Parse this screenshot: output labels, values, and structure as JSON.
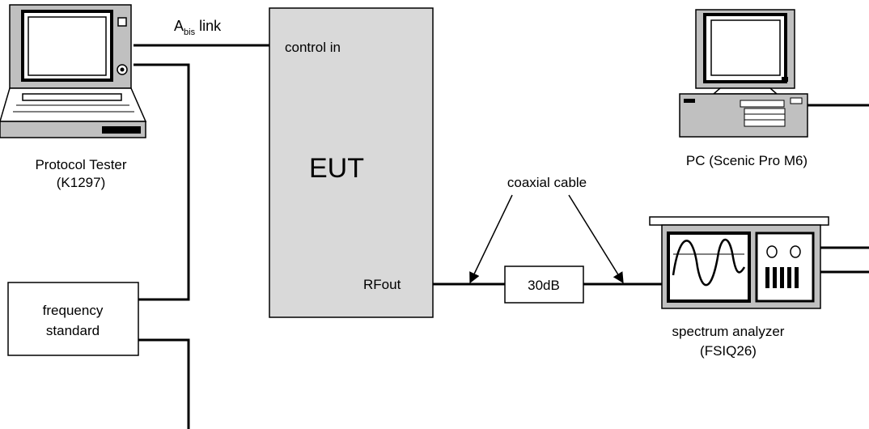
{
  "labels": {
    "abis_main": "A",
    "abis_sub": "bis",
    "abis_rest": " link",
    "control_in": "control in",
    "eut": "EUT",
    "rfout": "RFout",
    "protocol_tester_line1": "Protocol Tester",
    "protocol_tester_line2": "(K1297)",
    "pc": "PC (Scenic Pro M6)",
    "coaxial_cable": "coaxial cable",
    "attenuator": "30dB",
    "frequency_standard_line1": "frequency",
    "frequency_standard_line2": "standard",
    "spectrum_analyzer_line1": "spectrum analyzer",
    "spectrum_analyzer_line2": "(FSIQ26)"
  },
  "colors": {
    "eut_fill": "#d9d9d9",
    "line": "#000000",
    "background": "#ffffff"
  },
  "icons": {
    "protocol_tester": "laptop-terminal-icon",
    "pc": "desktop-computer-icon",
    "spectrum_analyzer": "spectrum-analyzer-icon"
  }
}
